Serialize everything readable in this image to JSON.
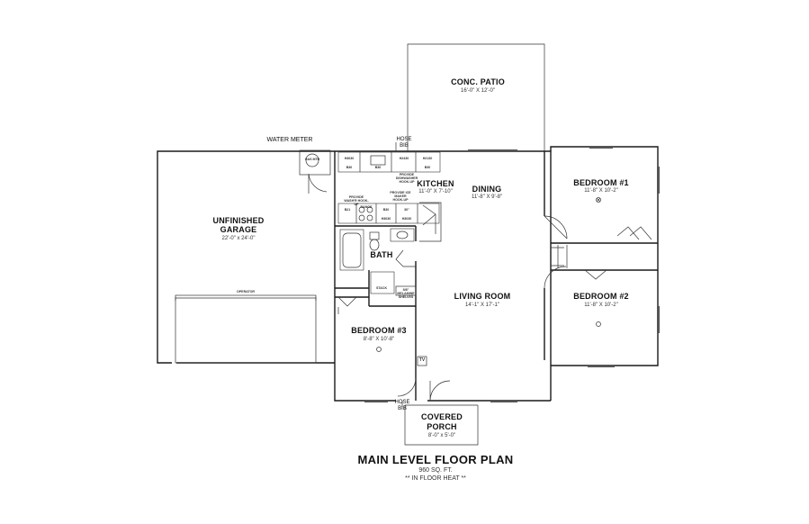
{
  "title": "MAIN LEVEL FLOOR PLAN",
  "area": "960 SQ. FT.",
  "heat_note": "** IN FLOOR HEAT **",
  "rooms": {
    "patio": {
      "name": "CONC. PATIO",
      "dims": "16'-0\" X 12'-0\""
    },
    "garage": {
      "name_line1": "UNFINISHED",
      "name_line2": "GARAGE",
      "dims": "22'-0\" x 24'-0\""
    },
    "kitchen": {
      "name": "KITCHEN",
      "dims": "11'-0\" X 7'-10\""
    },
    "dining": {
      "name": "DINING",
      "dims": "11'-8\" X 9'-8\""
    },
    "bedroom1": {
      "name": "BEDROOM #1",
      "dims": "11'-8\" X 10'-2\""
    },
    "bedroom2": {
      "name": "BEDROOM #2",
      "dims": "11'-8\" X 10'-2\""
    },
    "bedroom3": {
      "name": "BEDROOM #3",
      "dims": "8'-8\" X 10'-8\""
    },
    "living": {
      "name": "LIVING ROOM",
      "dims": "14'-1\" X 17'-1\""
    },
    "bath": {
      "name": "BATH"
    },
    "porch": {
      "name_line1": "COVERED",
      "name_line2": "PORCH",
      "dims": "8'-0\" x 5'-0\""
    }
  },
  "annotations": {
    "water_meter": "WATER METER",
    "hose_bib_top_1": "HOSE",
    "hose_bib_top_2": "BIB",
    "hose_bib_bottom_1": "HOSE",
    "hose_bib_bottom_2": "BIB",
    "operator": "OPERATOR",
    "stack": "STACK",
    "tv": "TV",
    "gas_meter": "GAS MTR",
    "dishwasher_note": "PROVIDE DISHWASHER HOOK-UP",
    "washer_note": "PROVIDE WASH'R HOOK-UP",
    "ice_maker_note": "PROVIDE ICE MAKER HOOK-UP",
    "shelves_note": "5/8\" MELAMINE SHELVES"
  },
  "cabinets": {
    "upper": [
      "H3630",
      "B36",
      "B36",
      "H2430",
      "H2130",
      "B30"
    ],
    "lower": [
      "B21",
      "RANGE",
      "B30",
      "H3630",
      "30\"",
      "H3030"
    ]
  }
}
